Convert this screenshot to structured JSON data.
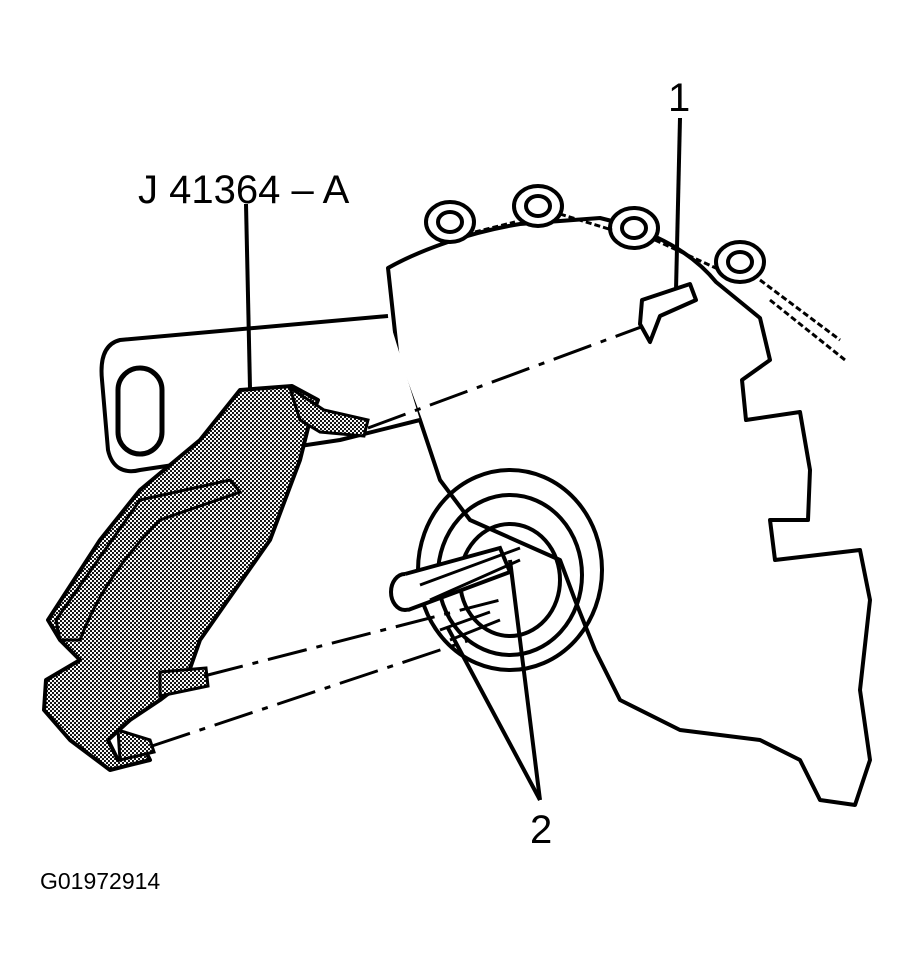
{
  "labels": {
    "tool": "J 41364 – A",
    "callout_1": "1",
    "callout_2": "2",
    "figure_id": "G01972914"
  },
  "colors": {
    "ink": "#000000",
    "paper": "#ffffff",
    "tool_fill": "#8c8c8c"
  }
}
